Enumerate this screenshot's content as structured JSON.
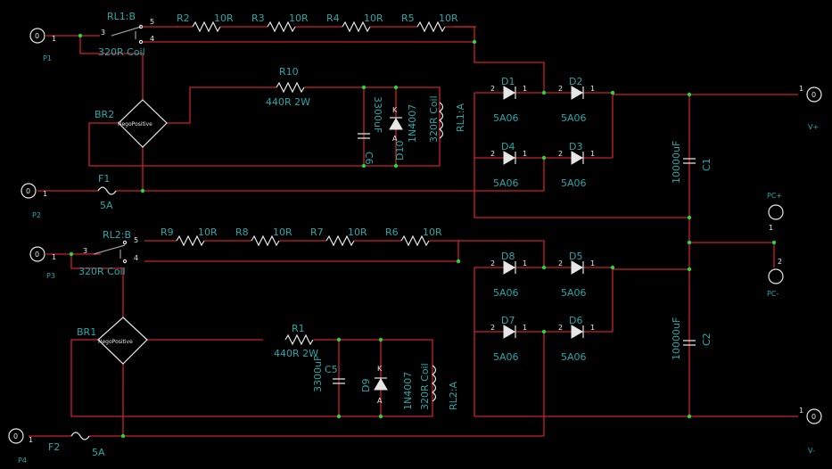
{
  "schematic": {
    "connectors": [
      {
        "ref": "P1",
        "pin": "1"
      },
      {
        "ref": "P2",
        "pin": "1"
      },
      {
        "ref": "P3",
        "pin": "1"
      },
      {
        "ref": "P4",
        "pin": "1"
      },
      {
        "ref": "V+",
        "pin": "1"
      },
      {
        "ref": "V-",
        "pin": "1"
      }
    ],
    "connector_symbol": "0",
    "connector_pc": {
      "top": "PC+",
      "bottom": "PC-",
      "pins": [
        "1",
        "2"
      ]
    },
    "relays": [
      {
        "ref": "RL1:B",
        "coil": "320R Coil",
        "pins": [
          "3",
          "5",
          "4"
        ]
      },
      {
        "ref": "RL2:B",
        "coil": "320R Coil",
        "pins": [
          "3",
          "5",
          "4"
        ]
      }
    ],
    "resistors_top": [
      {
        "ref": "R2",
        "value": "10R"
      },
      {
        "ref": "R3",
        "value": "10R"
      },
      {
        "ref": "R4",
        "value": "10R"
      },
      {
        "ref": "R5",
        "value": "10R"
      }
    ],
    "resistors_bottom": [
      {
        "ref": "R9",
        "value": "10R"
      },
      {
        "ref": "R8",
        "value": "10R"
      },
      {
        "ref": "R7",
        "value": "10R"
      },
      {
        "ref": "R6",
        "value": "10R"
      }
    ],
    "r10": {
      "ref": "R10",
      "value": "440R 2W"
    },
    "r1": {
      "ref": "R1",
      "value": "440R 2W"
    },
    "bridges": [
      {
        "ref": "BR2",
        "label": "NegoPositive"
      },
      {
        "ref": "BR1",
        "label": "NegoPositive"
      }
    ],
    "fuses": [
      {
        "ref": "F1",
        "value": "5A"
      },
      {
        "ref": "F2",
        "value": "5A"
      }
    ],
    "cap_small": [
      {
        "ref": "C6",
        "value": "3300uF"
      },
      {
        "ref": "C5",
        "value": "3300uF"
      }
    ],
    "flyback": [
      {
        "ref": "D10",
        "value": "1N4007",
        "k": "K",
        "a": "A"
      },
      {
        "ref": "D9",
        "value": "1N4007",
        "k": "K",
        "a": "A"
      }
    ],
    "coils": [
      {
        "ref": "RL1:A",
        "value": "320R Coil"
      },
      {
        "ref": "RL2:A",
        "value": "320R Coil"
      }
    ],
    "rect_diodes": [
      {
        "ref": "D1",
        "value": "5A06",
        "p1": "2",
        "p2": "1"
      },
      {
        "ref": "D2",
        "value": "5A06",
        "p1": "2",
        "p2": "1"
      },
      {
        "ref": "D4",
        "value": "5A06",
        "p1": "2",
        "p2": "1"
      },
      {
        "ref": "D3",
        "value": "5A06",
        "p1": "2",
        "p2": "1"
      },
      {
        "ref": "D8",
        "value": "5A06",
        "p1": "2",
        "p2": "1"
      },
      {
        "ref": "D5",
        "value": "5A06",
        "p1": "2",
        "p2": "1"
      },
      {
        "ref": "D7",
        "value": "5A06",
        "p1": "2",
        "p2": "1"
      },
      {
        "ref": "D6",
        "value": "5A06",
        "p1": "2",
        "p2": "1"
      }
    ],
    "cap_big": [
      {
        "ref": "C1",
        "value": "10000uF"
      },
      {
        "ref": "C2",
        "value": "10000uF"
      }
    ],
    "colors": {
      "background": "#000000",
      "wire": "#c8232c",
      "label": "#2aa6a6",
      "component": "#e6e6e6",
      "junction": "#2fd23a"
    }
  }
}
